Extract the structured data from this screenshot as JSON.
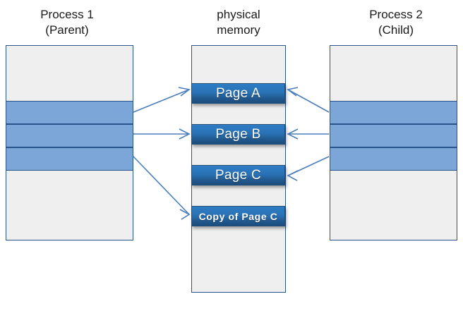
{
  "diagram": {
    "title_hidden": "",
    "columns": [
      {
        "id": "process-1",
        "title": "Process 1\n(Parent)"
      },
      {
        "id": "physical-memory",
        "title": "physical\nmemory"
      },
      {
        "id": "process-2",
        "title": "Process 2\n(Child)"
      }
    ],
    "memory_pages": [
      {
        "label": "Page A"
      },
      {
        "label": "Page B"
      },
      {
        "label": "Page C"
      },
      {
        "label": "Copy of Page C"
      }
    ],
    "parent_bands": [
      {
        "name": "parent-band-1"
      },
      {
        "name": "parent-band-2"
      },
      {
        "name": "parent-band-3"
      }
    ],
    "child_bands": [
      {
        "name": "child-band-1"
      },
      {
        "name": "child-band-2"
      },
      {
        "name": "child-band-3"
      }
    ],
    "colors": {
      "band_fill": "#7CA6D8",
      "box_fill": "#EFEFEF",
      "box_border": "#27548A",
      "page_gradient_top": "#2E7CC4",
      "page_gradient_bottom": "#1C4C7C",
      "arrow": "#4A7EBB",
      "text": "#1A1A1A",
      "page_text": "#FFFFFF"
    }
  }
}
